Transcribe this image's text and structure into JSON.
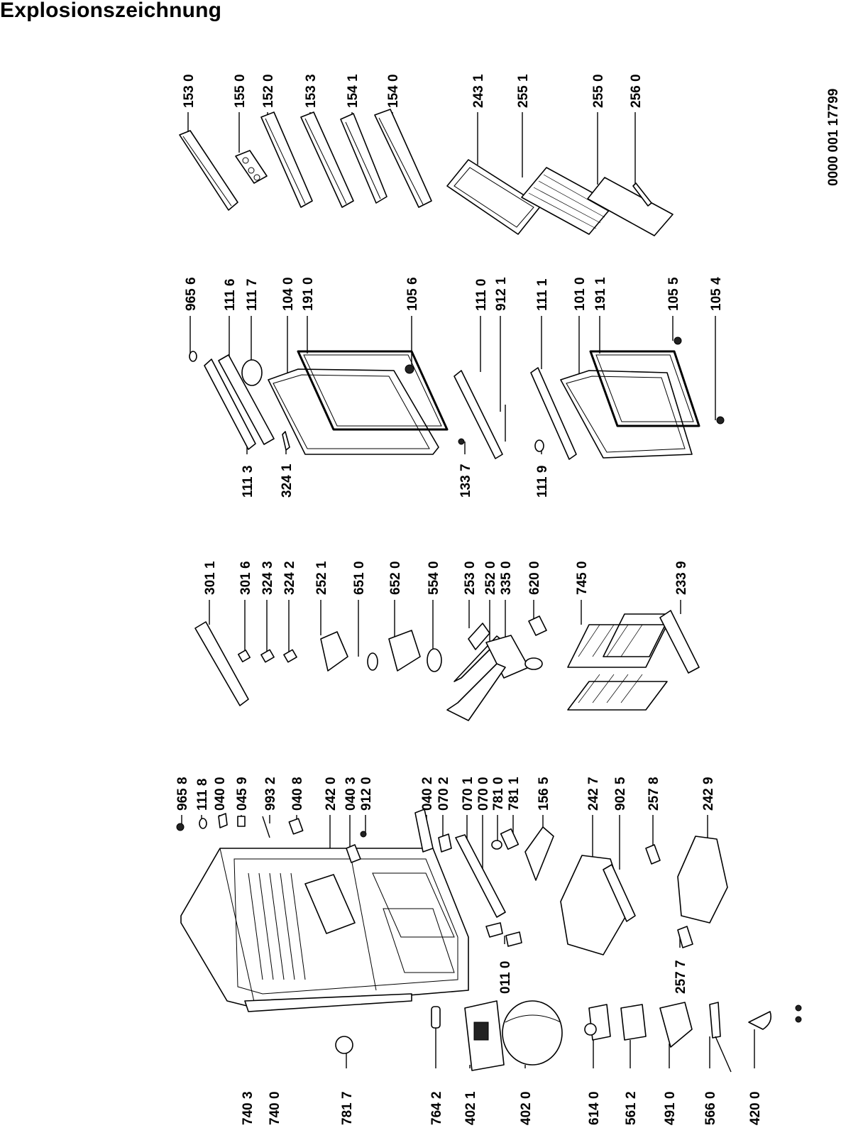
{
  "title": "Explosionszeichnung",
  "document_number": "0000 001 17799",
  "parts": {
    "group_doors": [
      "153 0",
      "155 0",
      "152 0",
      "153 3",
      "154 1",
      "154 0",
      "243 1",
      "255 1",
      "255 0",
      "256 0"
    ],
    "group_door_frames_top": [
      "965 6",
      "111 6",
      "111 7",
      "104 0",
      "191 0",
      "105 6",
      "111 0",
      "912 1",
      "111 1",
      "101 0",
      "191 1",
      "105 5",
      "105 4"
    ],
    "group_door_frames_bottom": [
      "111 3",
      "324 1",
      "133 7",
      "111 9"
    ],
    "group_controls": [
      "301 1",
      "301 6",
      "324 3",
      "324 2",
      "252 1",
      "651 0",
      "652 0",
      "554 0",
      "253 0",
      "252 0",
      "335 0",
      "620 0",
      "745 0",
      "233 9"
    ],
    "group_cabinet_top": [
      "965 8",
      "111 8",
      "040 0",
      "045 9",
      "993 2",
      "040 8",
      "242 0",
      "040 3",
      "912 0",
      "040 2",
      "070 2",
      "070 1",
      "070 0",
      "781 0",
      "781 1",
      "156 5",
      "242 7",
      "902 5",
      "257 8",
      "242 9"
    ],
    "group_cabinet_bottom": [
      "740 3",
      "740 0",
      "781 7",
      "764 2",
      "402 1",
      "402 0",
      "614 0",
      "561 2",
      "491 0",
      "566 0",
      "420 0",
      "011 0",
      "257 7"
    ]
  }
}
